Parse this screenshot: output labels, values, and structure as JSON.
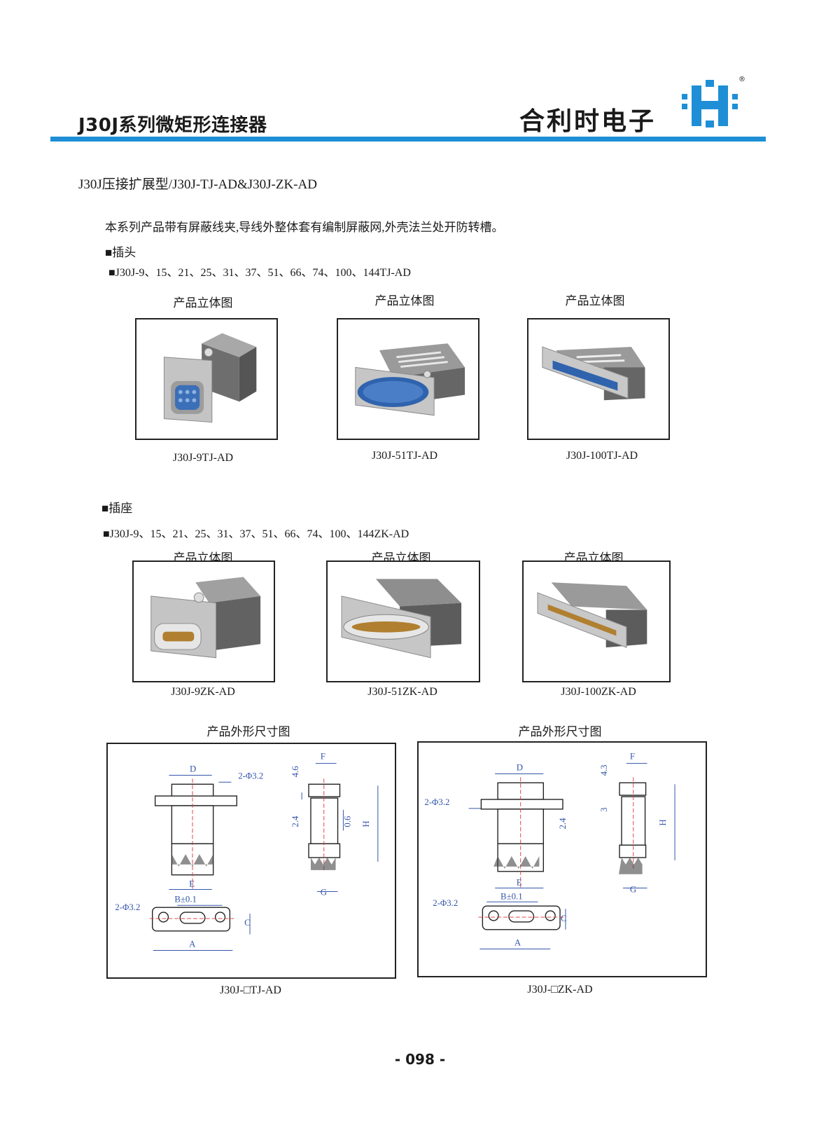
{
  "header": {
    "series_title": "J30J系列微矩形连接器",
    "brand_name": "合利时电子",
    "registered_mark": "®",
    "accent_color": "#1e8fd6"
  },
  "section": {
    "title": "J30J压接扩展型/J30J-TJ-AD&J30J-ZK-AD",
    "description": "本系列产品带有屏蔽线夹,导线外整体套有编制屏蔽网,外壳法兰处开防转槽。"
  },
  "plug": {
    "heading": "■插头",
    "models": "■J30J-9、15、21、25、31、37、51、66、74、100、144TJ-AD",
    "items": [
      {
        "caption": "产品立体图",
        "model": "J30J-9TJ-AD"
      },
      {
        "caption": "产品立体图",
        "model": "J30J-51TJ-AD"
      },
      {
        "caption": "产品立体图",
        "model": "J30J-100TJ-AD"
      }
    ]
  },
  "socket": {
    "heading": "■插座",
    "models": "■J30J-9、15、21、25、31、37、51、66、74、100、144ZK-AD",
    "items": [
      {
        "caption": "产品立体图",
        "model": "J30J-9ZK-AD"
      },
      {
        "caption": "产品立体图",
        "model": "J30J-51ZK-AD"
      },
      {
        "caption": "产品立体图",
        "model": "J30J-100ZK-AD"
      }
    ]
  },
  "dimensions": {
    "items": [
      {
        "caption": "产品外形尺寸图",
        "model": "J30J-□TJ-AD",
        "labels": {
          "D": "D",
          "holes_top": "2-Φ3.2",
          "holes_bottom": "2-Φ3.2",
          "E": "E",
          "B": "B±0.1",
          "C": "C",
          "A": "A",
          "F": "F",
          "G": "G",
          "H": "H",
          "v1": "4.6",
          "v2": "2.4",
          "v3": "0.6"
        }
      },
      {
        "caption": "产品外形尺寸图",
        "model": "J30J-□ZK-AD",
        "labels": {
          "D": "D",
          "holes_top": "2-Φ3.2",
          "holes_bottom": "2-Φ3.2",
          "E": "E",
          "B": "B±0.1",
          "C": "C",
          "A": "A",
          "F": "F",
          "G": "G",
          "H": "H",
          "v1": "4.3",
          "v2": "2.4",
          "v3": "3"
        }
      }
    ]
  },
  "footer": {
    "page_number": "- 098 -"
  }
}
